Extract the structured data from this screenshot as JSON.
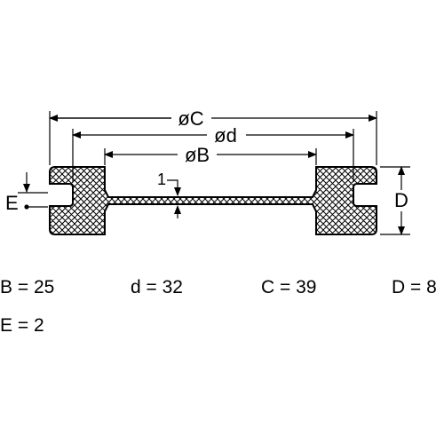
{
  "drawing": {
    "labels": {
      "C": "øC",
      "d": "ød",
      "B": "øB",
      "one": "1",
      "D": "D",
      "E": "E"
    }
  },
  "values": {
    "B": "B = 25",
    "d": "d = 32",
    "C": "C = 39",
    "D": "D = 8",
    "E": "E = 2"
  }
}
